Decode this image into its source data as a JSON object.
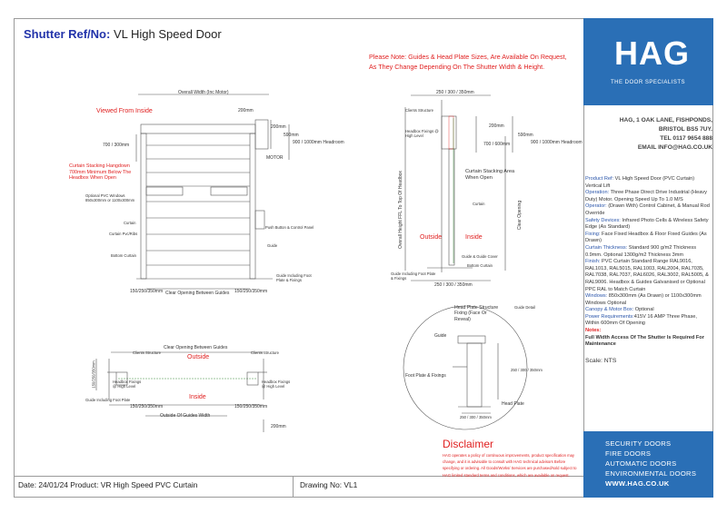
{
  "title": {
    "ref_label": "Shutter Ref/No:",
    "ref_value": " VL High Speed Door"
  },
  "note": "Please Note: Guides & Head Plate Sizes, Are Available On Request, As They  Change Depending On The Shutter Width & Height.",
  "front_view": {
    "overall_width": "Overall Width (Inc Motor)",
    "viewed_from_inside": "Viewed From Inside",
    "dim_200mm": "200mm",
    "dim_200mm_b": "200mm",
    "dim_590mm": "590mm",
    "headroom": "900 / 1000mm Headroom",
    "side_dim": "700 / 300mm",
    "motor": "MOTOR",
    "stacking_note": "Curtain Stacking Hangdown 700mm Minimum Below The Headbox When Open",
    "windows": "Optional PVC Windows 850x300mm or 1100x300mm",
    "curtain": "Curtain",
    "curtain_pvc": "Curtain Pvc/Ribs",
    "bottom_curtain": "Bottom Curtain",
    "push_button": "Push Button & Control Panel",
    "guide": "Guide",
    "guide_foot": "Guide Including Foot Plate & Fixings",
    "left_dim": "150/250/350mm",
    "right_dim": "150/250/350mm",
    "clear_opening": "Clear Opening Between Guides"
  },
  "side_view": {
    "top_dim": "250 / 300 / 350mm",
    "bottom_dim": "250 / 300 / 350mm",
    "clients_structure": "Clients Structure",
    "headbox_fixings": "Headbox Fixings @ High Level",
    "dim_200mm": "200mm",
    "dim_590mm": "590mm",
    "side_dim": "700 / 600mm",
    "headroom": "900 / 1000mm Headroom",
    "overall_height": "Overall Height FFL To Top Of Headbox",
    "stacking": "Curtain Stacking Area When Open",
    "curtain": "Curtain",
    "clear_opening": "Clear Opening",
    "outside": "Outside",
    "inside": "Inside",
    "guide_side": "Guide & Guide Cover",
    "bottom_curtain": "Bottom Curtain",
    "guide_foot": "Guide Including Foot Plate & Fixings"
  },
  "plan_view": {
    "clear_opening": "Clear Opening Between Guides",
    "outside": "Outside",
    "inside": "Inside",
    "clients_left": "Clients Structure",
    "clients_right": "Clients Structure",
    "fix_left": "Headbox Fixings @ High Level",
    "fix_right": "Headbox Fixings @ High Level",
    "left_dim_v": "150/250/350mm",
    "guide_foot": "Guide Including Foot Plate",
    "left_dim": "150/250/350mm",
    "right_dim": "150/250/350mm",
    "outside_width": "Outside Of Guides Width",
    "dim_200mm": "200mm"
  },
  "detail": {
    "head_plate_fixing": "Head Plate Structure Fixing (Face Or Reveal)",
    "guide_detail": "Guide Detail",
    "guide": "Guide",
    "foot_plate": "Foot Plate & Fixings",
    "dim_right": "250 / 300 / 350mm",
    "head_plate": "Head Plate",
    "dim_bottom": "250 / 300 / 350mm"
  },
  "company": {
    "logo": "HAG",
    "tagline": "THE DOOR SPECIALISTS",
    "address": [
      "HAG, 1 OAK LANE, FISHPONDS,",
      "BRISTOL BS5 7UY.",
      "TEL 0117 9654 888",
      "EMAIL INFO@HAG.CO.UK"
    ]
  },
  "spec": {
    "product_ref_k": "Product Ref:",
    "product_ref_v": " VL High Speed Door (PVC Curtain) Vertical Lift",
    "operation_k": "Operation:",
    "operation_v": " Three Phase Direct Drive Industrial (Heavy Duty) Motor. Opening Speed Up To 1.0 M/S",
    "operator_k": "Operator:",
    "operator_v": " (Drawn With) Control Cabinet, & Manual Rod Override",
    "safety_k": "Safety Devices:",
    "safety_v": " Infrared Photo Cells & Wireless Safety Edge (As Standard)",
    "fixing_k": "Fixing:",
    "fixing_v": " Face Fixed Headbox & Floor Fixed Guides (As Drawn)",
    "thickness_k": "Curtain Thickness:",
    "thickness_v": " Standard 900 g/m2 Thickness 0.9mm. Optional 1300g/m2 Thickness 3mm",
    "finish_k": "Finish:",
    "finish_v": " PVC Curtain Standard Range RAL9016, RAL1013, RAL5015, RAL1003, RAL2004, RAL7035, RAL7038, RAL7037, RAL6026, RAL3002, RAL5005, & RAL9006. Headbox & Guides Galvanised or Optional PPC RAL to Match Curtain",
    "windows_k": "Windows:",
    "windows_v": " 850x300mm (As Drawn) or 1100x300mm Windows Optional",
    "canopy_k": "Canopy & Motor Box:",
    "canopy_v": " Optional",
    "power_k": "Power Requirements:",
    "power_v": "415V 16 AMP Three Phase, Within 600mm Of Opening",
    "notes_k": "Notes:",
    "notes_v": "Full Width Access Of The Shutter Is Required For Maintenance"
  },
  "scale": "Scale: NTS",
  "services": [
    "SECURITY DOORS",
    "FIRE DOORS",
    "AUTOMATIC DOORS",
    "ENVIRONMENTAL DOORS",
    "WWW.HAG.CO.UK"
  ],
  "disclaimer": {
    "title": "Disclaimer",
    "text": "HAG operates a policy of continuous improvements, product specification may change, and it is advisable to consult with HAG technical advisors Before specifying or ordering. All Goods/Works/ Services are purchased/sold subject to HAG limited standard terms and conditions, which are available on request."
  },
  "footer": {
    "date": "Date: 24/01/24  Product: VR High Speed PVC Curtain",
    "drawing": "Drawing No: VL1"
  },
  "colors": {
    "brand_blue": "#2a6fb6",
    "note_red": "#e02020",
    "ref_blue": "#2233aa"
  }
}
